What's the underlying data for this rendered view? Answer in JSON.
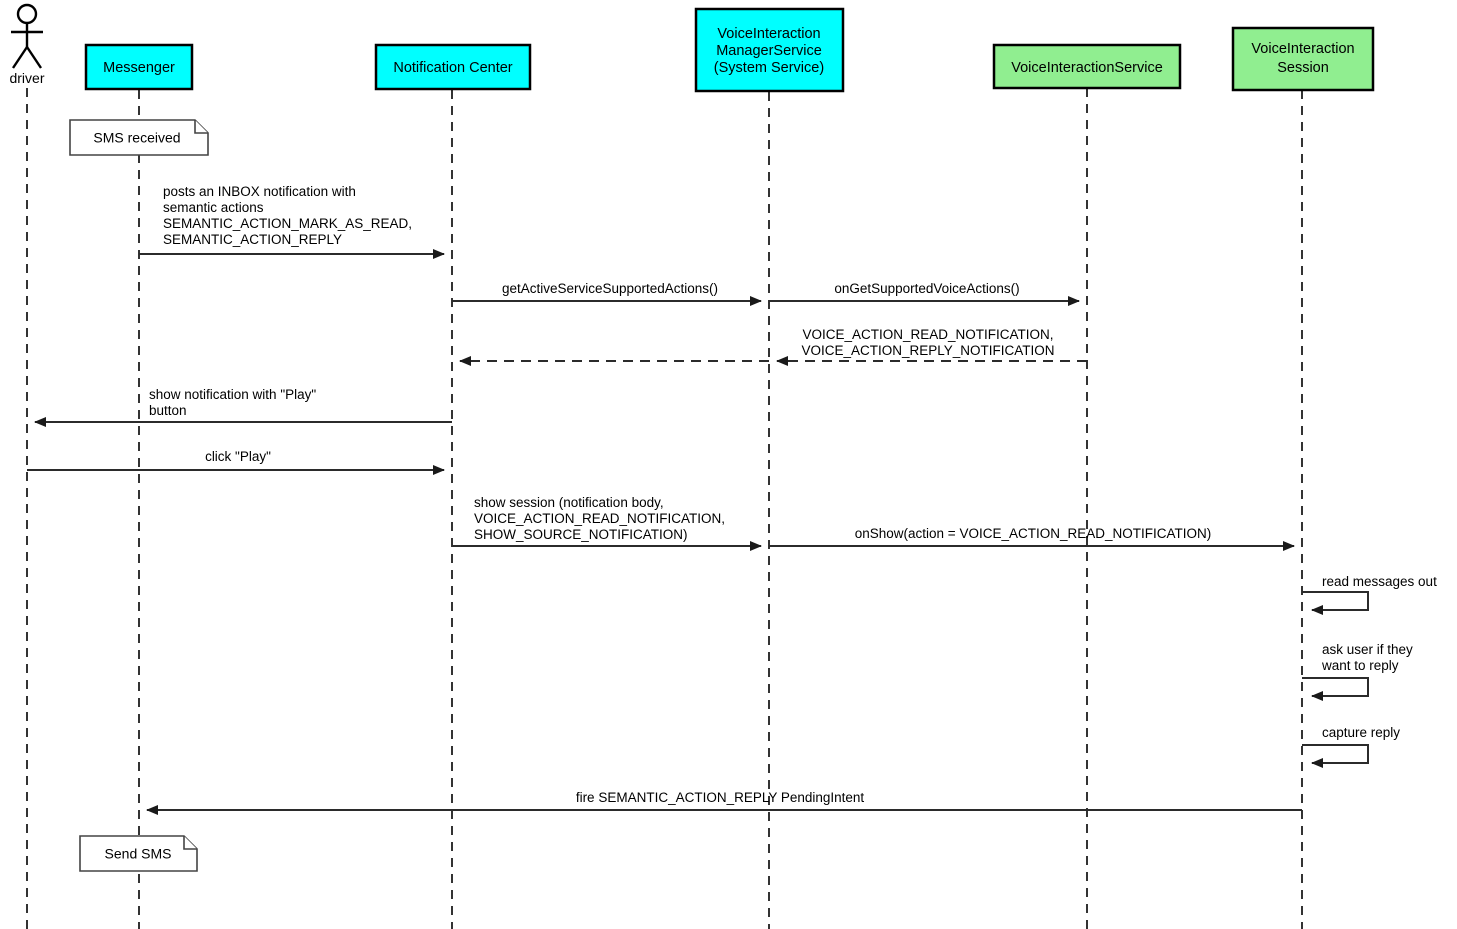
{
  "diagram": {
    "title": "Voice Interaction notification read/reply sequence",
    "type": "uml-sequence-diagram",
    "colors": {
      "participant_cyan": "#00ffff",
      "participant_green": "#90ee90",
      "note_fill": "#ffffff",
      "line": "#2b2b2b",
      "lifeline": "#333333",
      "text": "#000000"
    }
  },
  "actor": {
    "label": "driver",
    "icon": "stick-figure-actor-icon"
  },
  "participants": [
    {
      "label": "Messenger",
      "color": "cyan",
      "lines": [
        "Messenger"
      ]
    },
    {
      "label": "Notification Center",
      "color": "cyan",
      "lines": [
        "Notification Center"
      ]
    },
    {
      "label": "VoiceInteractionManagerService (System Service)",
      "color": "cyan",
      "lines": [
        "VoiceInteraction",
        "ManagerService",
        "(System Service)"
      ]
    },
    {
      "label": "VoiceInteractionService",
      "color": "green",
      "lines": [
        "VoiceInteractionService"
      ]
    },
    {
      "label": "VoiceInteractionSession",
      "color": "green",
      "lines": [
        "VoiceInteraction",
        "Session"
      ]
    }
  ],
  "notes": [
    {
      "text": "SMS received"
    },
    {
      "text": "Send SMS"
    }
  ],
  "messages": [
    {
      "id": "post-inbox-notification",
      "from": "Messenger",
      "to": "Notification Center",
      "style": "solid",
      "direction": "right",
      "lines": [
        "posts an INBOX notification with",
        "semantic actions",
        "SEMANTIC_ACTION_MARK_AS_READ,",
        "SEMANTIC_ACTION_REPLY"
      ]
    },
    {
      "id": "get-active-service-supported-actions",
      "from": "Notification Center",
      "to": "VoiceInteractionManagerService",
      "style": "solid",
      "direction": "right",
      "lines": [
        "getActiveServiceSupportedActions()"
      ]
    },
    {
      "id": "on-get-supported-voice-actions",
      "from": "VoiceInteractionManagerService",
      "to": "VoiceInteractionService",
      "style": "solid",
      "direction": "right",
      "lines": [
        "onGetSupportedVoiceActions()"
      ]
    },
    {
      "id": "return-supported-voice-actions",
      "from": "VoiceInteractionService",
      "to": "VoiceInteractionManagerService",
      "style": "dashed",
      "direction": "left",
      "lines": [
        "VOICE_ACTION_READ_NOTIFICATION,",
        "VOICE_ACTION_REPLY_NOTIFICATION"
      ]
    },
    {
      "id": "return-supported-actions-to-notification-center",
      "from": "VoiceInteractionManagerService",
      "to": "Notification Center",
      "style": "dashed",
      "direction": "left",
      "lines": []
    },
    {
      "id": "show-notification-with-play",
      "from": "Notification Center",
      "to": "driver",
      "style": "solid",
      "direction": "left",
      "lines": [
        "show notification with \"Play\"",
        "button"
      ]
    },
    {
      "id": "click-play",
      "from": "driver",
      "to": "Notification Center",
      "style": "solid",
      "direction": "right",
      "lines": [
        "click \"Play\""
      ]
    },
    {
      "id": "show-session",
      "from": "Notification Center",
      "to": "VoiceInteractionManagerService",
      "style": "solid",
      "direction": "right",
      "lines": [
        "show session (notification body,",
        "VOICE_ACTION_READ_NOTIFICATION,",
        "SHOW_SOURCE_NOTIFICATION)"
      ]
    },
    {
      "id": "on-show",
      "from": "VoiceInteractionManagerService",
      "to": "VoiceInteractionSession",
      "style": "solid",
      "direction": "right",
      "lines": [
        "onShow(action = VOICE_ACTION_READ_NOTIFICATION)"
      ]
    },
    {
      "id": "fire-semantic-action-reply",
      "from": "VoiceInteractionSession",
      "to": "Messenger",
      "style": "solid",
      "direction": "left",
      "lines": [
        "fire SEMANTIC_ACTION_REPLY PendingIntent"
      ]
    }
  ],
  "self_messages": [
    {
      "id": "read-messages-out",
      "on": "VoiceInteractionSession",
      "lines": [
        "read messages out"
      ]
    },
    {
      "id": "ask-user-reply",
      "on": "VoiceInteractionSession",
      "lines": [
        "ask user if they",
        "want to reply"
      ]
    },
    {
      "id": "capture-reply",
      "on": "VoiceInteractionSession",
      "lines": [
        "capture reply"
      ]
    }
  ]
}
